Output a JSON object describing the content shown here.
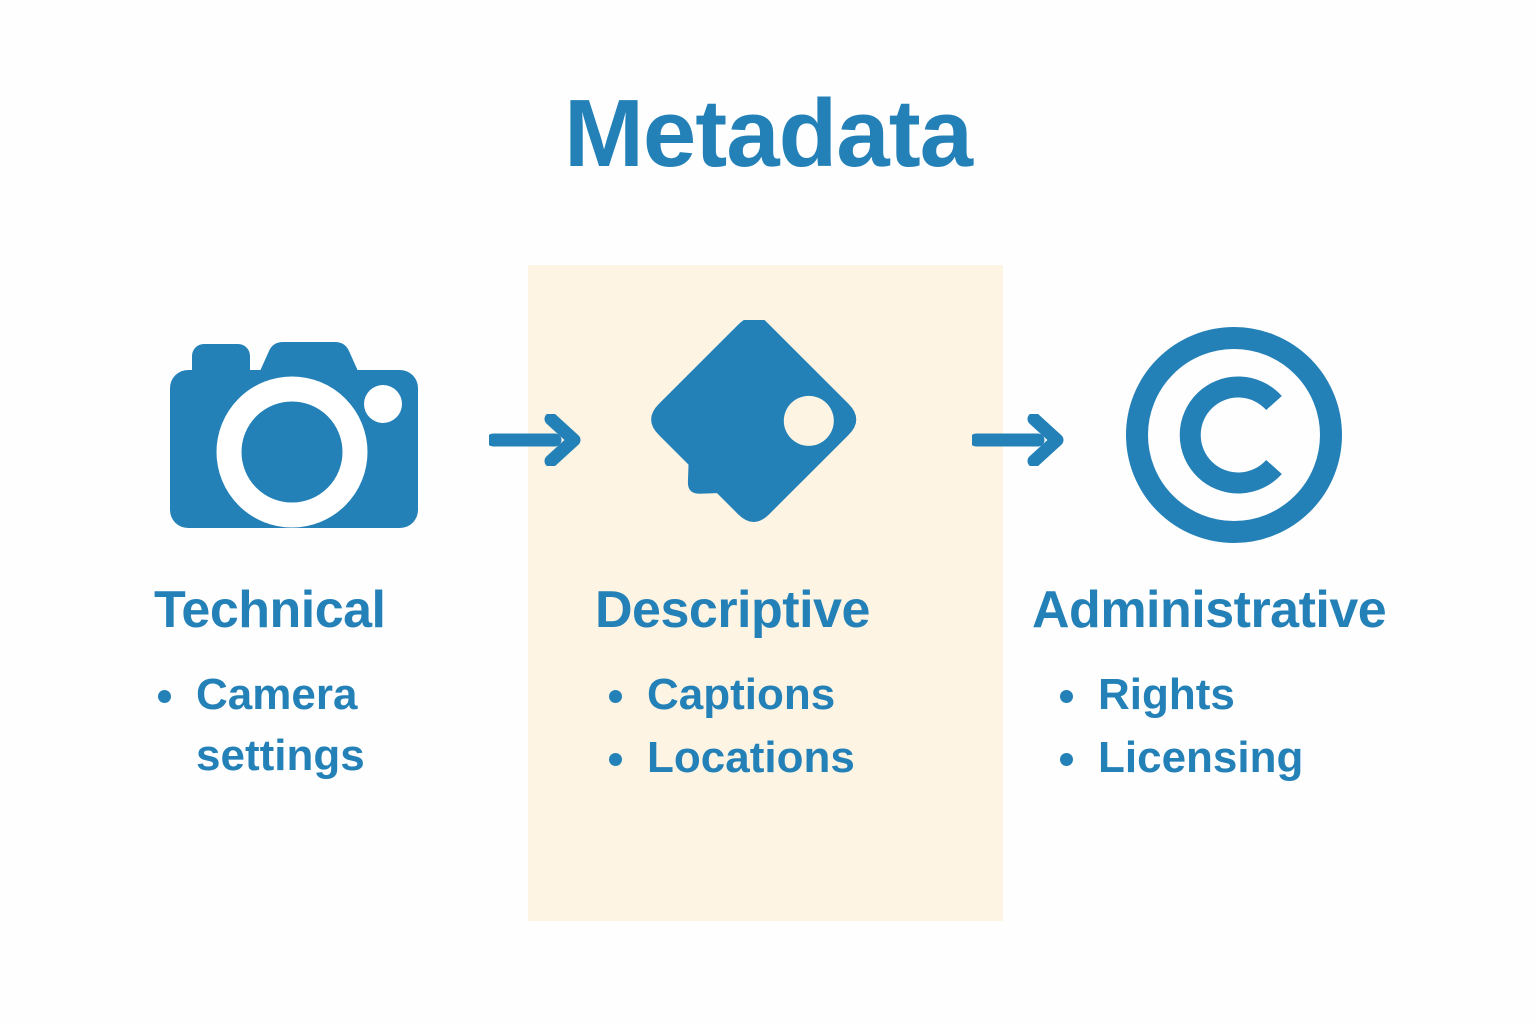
{
  "title": "Metadata",
  "colors": {
    "accent_blue": "#2481b8",
    "panel_cream": "#fdf4e3",
    "background": "#fefefe"
  },
  "highlight": {
    "column": "Descriptive"
  },
  "columns": [
    {
      "id": "technical",
      "icon": "camera-icon",
      "title": "Technical",
      "bullets": [
        "Camera settings"
      ]
    },
    {
      "id": "descriptive",
      "icon": "price-tag-icon",
      "title": "Descriptive",
      "bullets": [
        "Captions",
        "Locations"
      ]
    },
    {
      "id": "administrative",
      "icon": "copyright-icon",
      "title": "Administrative",
      "bullets": [
        "Rights",
        "Licensing"
      ]
    }
  ],
  "connectors": [
    {
      "id": "arrow-1",
      "icon": "arrow-right-icon",
      "from": "technical",
      "to": "descriptive"
    },
    {
      "id": "arrow-2",
      "icon": "arrow-right-icon",
      "from": "descriptive",
      "to": "administrative"
    }
  ]
}
